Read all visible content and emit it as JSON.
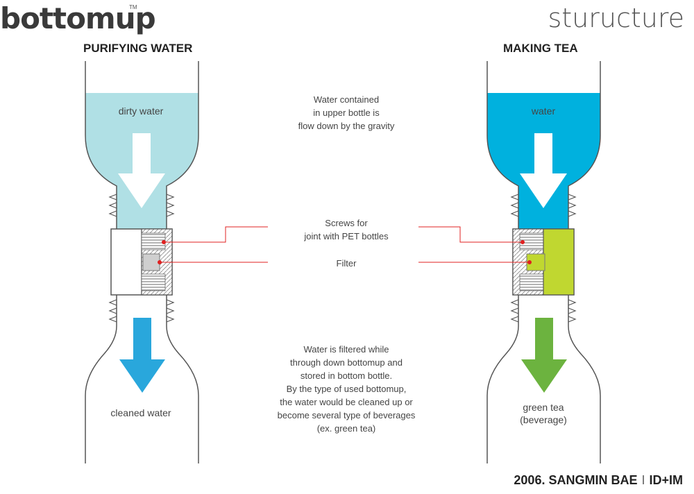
{
  "brand": {
    "name": "bottomup",
    "tm": "TM"
  },
  "header_title": "sturucture",
  "left": {
    "title": "PURIFYING WATER",
    "top_label": "dirty water",
    "bottom_label": "cleaned water",
    "water_color": "#b0e0e5",
    "arrow_down_color": "#29a7dc"
  },
  "right": {
    "title": "MAKING TEA",
    "top_label": "water",
    "bottom_label_line1": "green tea",
    "bottom_label_line2": "(beverage)",
    "water_color": "#00b1de",
    "tea_color": "#c0d730",
    "arrow_down_color": "#6cb33f"
  },
  "notes": {
    "top": [
      "Water contained",
      "in upper bottle is",
      "flow down by the gravity"
    ],
    "screws": [
      "Screws for",
      "joint with PET bottles"
    ],
    "filter": "Filter",
    "bottom": [
      "Water is filtered while",
      "through down bottomup and",
      "stored in bottom bottle.",
      "By the type of used bottomup,",
      "the water would be cleaned up or",
      "become several type of beverages",
      "(ex. green tea)"
    ]
  },
  "footer": {
    "credit": "2006. SANGMIN BAE",
    "separator": "I",
    "org": "ID+IM"
  },
  "colors": {
    "callout_line": "#e02020",
    "outline": "#555555"
  }
}
